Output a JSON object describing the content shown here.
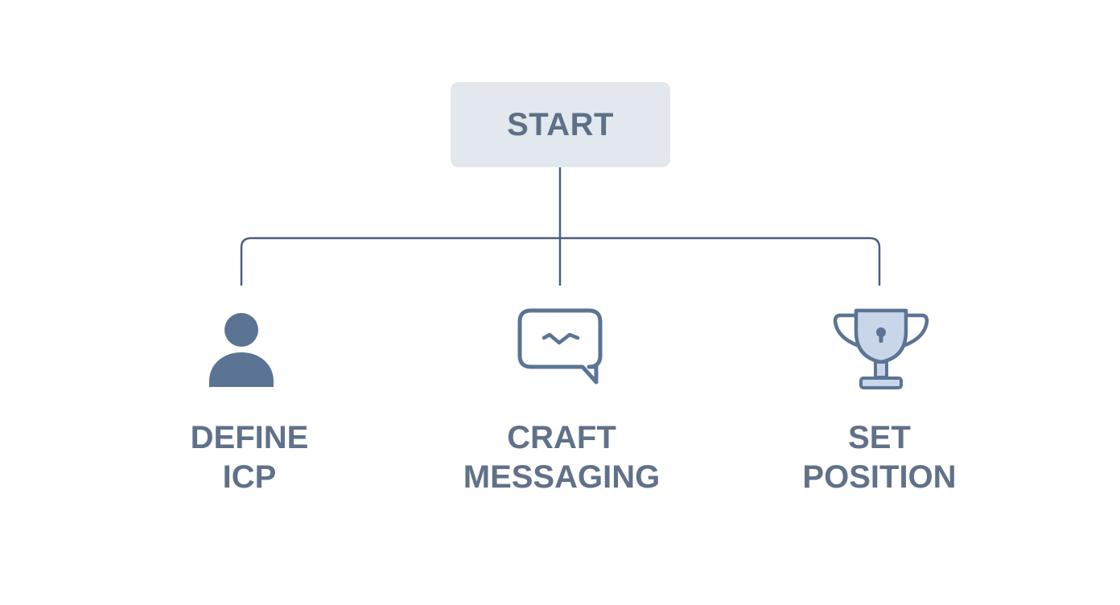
{
  "start": {
    "label": "START"
  },
  "steps": [
    {
      "id": "define-icp",
      "icon": "person-icon",
      "line1": "DEFINE",
      "line2": "ICP"
    },
    {
      "id": "craft-messaging",
      "icon": "chat-bubble-icon",
      "line1": "CRAFT",
      "line2": "MESSAGING"
    },
    {
      "id": "set-position",
      "icon": "trophy-icon",
      "line1": "SET",
      "line2": "POSITION"
    }
  ],
  "colors": {
    "node_fill": "#e3e8ee",
    "text": "#607189",
    "connector": "#4a5f7d",
    "icon": "#5b7494",
    "trophy_cup_fill": "#c9d6ea"
  }
}
